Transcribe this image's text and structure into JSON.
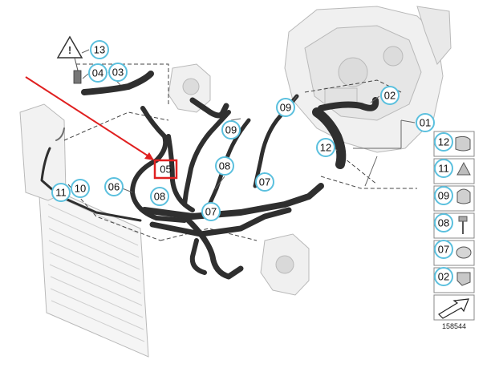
{
  "diagram": {
    "drawing_number": "158544",
    "highlighted_label": "05",
    "callouts": [
      "13",
      "04",
      "03",
      "02",
      "01",
      "09",
      "09",
      "12",
      "08",
      "07",
      "06",
      "05",
      "08",
      "07",
      "11",
      "10"
    ],
    "legend": [
      "12",
      "11",
      "09",
      "08",
      "07",
      "02"
    ],
    "colors": {
      "callout_ring": "#5bc0de",
      "highlight": "#e02020",
      "hose": "#2f2f2f"
    },
    "icons": [
      "warning-triangle-icon",
      "direction-arrow-icon"
    ]
  }
}
